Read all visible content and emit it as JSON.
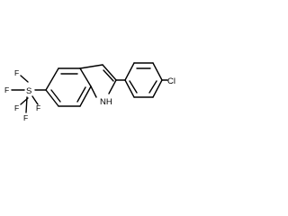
{
  "molecule": {
    "atoms": {
      "chlorine": "Cl",
      "nh": "NH",
      "sulfur": "S",
      "fluorines": [
        "F",
        "F",
        "F",
        "F",
        "F"
      ]
    }
  }
}
